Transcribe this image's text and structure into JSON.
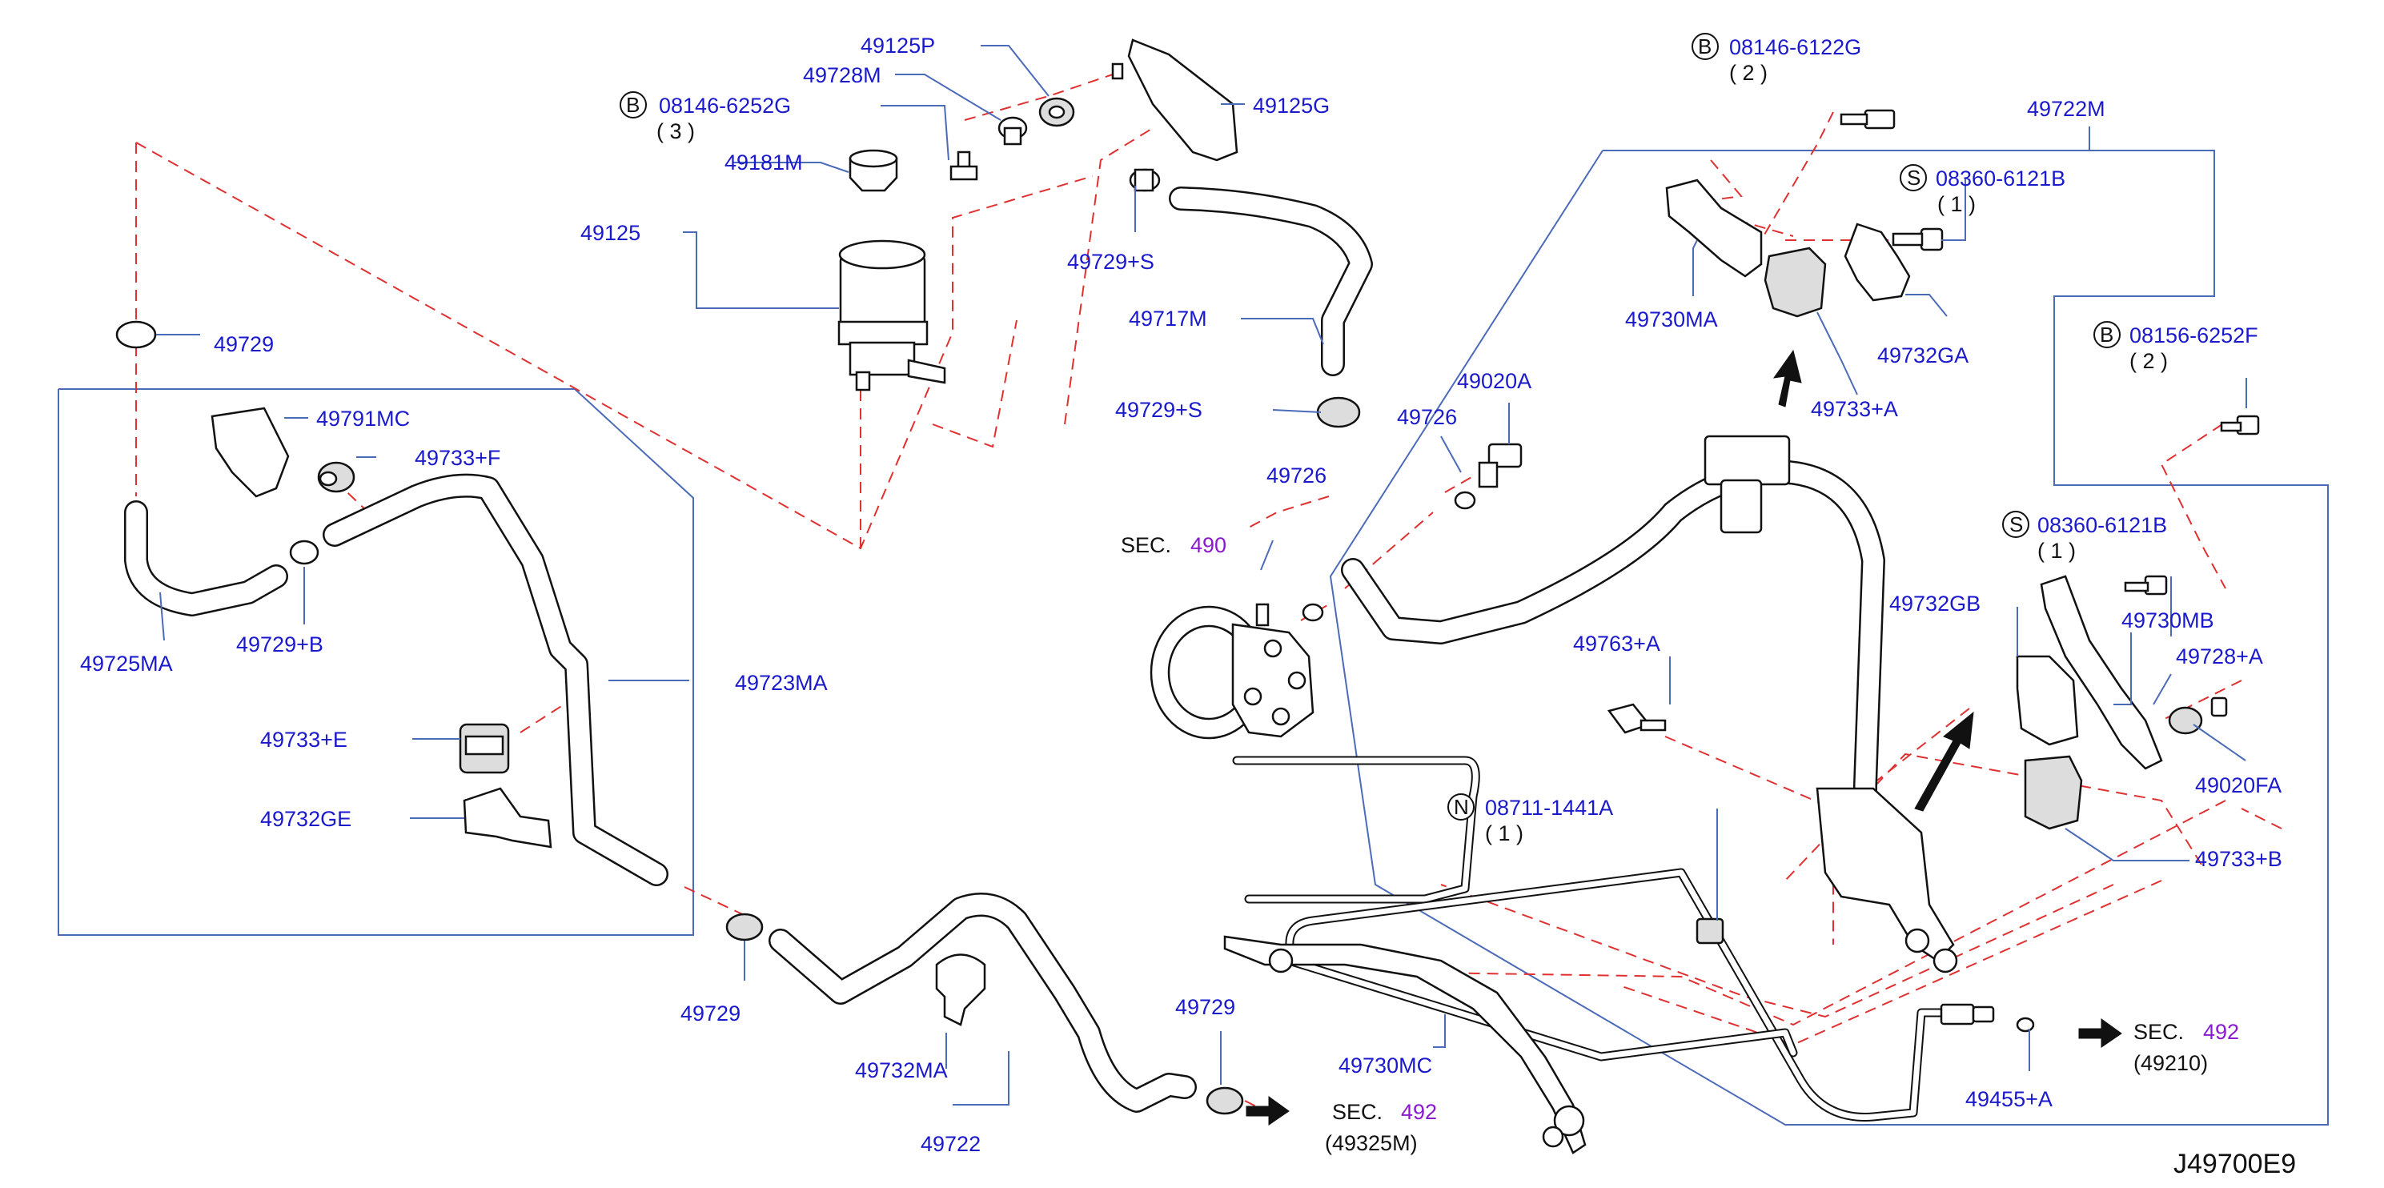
{
  "diagram": {
    "reference_code": "J49700E9",
    "part_labels": {
      "p49125P": "49125P",
      "p49728M": "49728M",
      "p49125G": "49125G",
      "p49181M": "49181M",
      "p49125": "49125",
      "p49729S_top": "49729+S",
      "p49717M": "49717M",
      "p49729S_mid": "49729+S",
      "p49729_left": "49729",
      "p49791MC": "49791MC",
      "p49733F": "49733+F",
      "p49725MA": "49725MA",
      "p49729B": "49729+B",
      "p49723MA": "49723MA",
      "p49733E": "49733+E",
      "p49732GE": "49732GE",
      "p49729_bottom": "49729",
      "p49732MA": "49732MA",
      "p49722": "49722",
      "p49729_right": "49729",
      "p49730MC": "49730MC",
      "p49726_a": "49726",
      "p49726_b": "49726",
      "p49020A": "49020A",
      "p49722M": "49722M",
      "p49730MA": "49730MA",
      "p49732GA": "49732GA",
      "p49733A": "49733+A",
      "p49763A": "49763+A",
      "p49732GB": "49732GB",
      "p49730MB": "49730MB",
      "p49728A": "49728+A",
      "p49020FA": "49020FA",
      "p49733B": "49733+B",
      "p49455A": "49455+A"
    },
    "bolt_callouts": {
      "b1": {
        "letter": "B",
        "number": "08146-6252G",
        "qty": "( 3 )"
      },
      "b2": {
        "letter": "B",
        "number": "08146-6122G",
        "qty": "( 2 )"
      },
      "s1": {
        "letter": "S",
        "number": "08360-6121B",
        "qty": "( 1 )"
      },
      "b3": {
        "letter": "B",
        "number": "08156-6252F",
        "qty": "( 2 )"
      },
      "s2": {
        "letter": "S",
        "number": "08360-6121B",
        "qty": "( 1 )"
      },
      "n1": {
        "letter": "N",
        "number": "08711-1441A",
        "qty": "( 1 )"
      }
    },
    "section_refs": {
      "sec490": {
        "prefix": "SEC.",
        "number": "490"
      },
      "sec492_bottom": {
        "prefix": "SEC.",
        "number": "492",
        "sub": "(49325M)"
      },
      "sec492_right": {
        "prefix": "SEC.",
        "number": "492",
        "sub": "(49210)"
      }
    },
    "colors": {
      "label_blue": "#1a1acc",
      "leader_blue": "#4b6bb8",
      "hidden_line_red": "#e03030",
      "section_purple": "#8a1ad0"
    }
  }
}
